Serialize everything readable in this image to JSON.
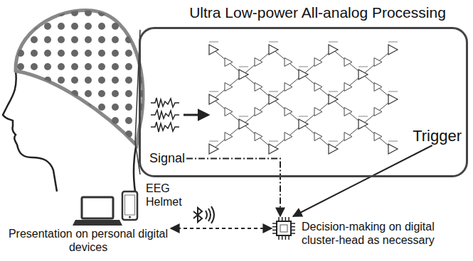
{
  "diagram": {
    "nodes": [
      {
        "text": [
          "Ultra Low-power All-analog Processing"
        ]
      },
      {
        "text": [
          "Signal"
        ],
        "in": 0
      },
      {
        "text": [
          "Trigger"
        ],
        "in": 0
      },
      {
        "text": [
          "Presentation on personal digital devices"
        ]
      },
      {
        "text": [
          "Decision-making on digital cluster-head as necessary"
        ]
      }
    ],
    "edges": [
      {
        "from": 1,
        "to": 4,
        "arrow": "to"
      },
      {
        "from": 2,
        "to": 4,
        "arrow": "to"
      },
      {
        "from": 3,
        "to": 4,
        "arrow": "both"
      }
    ],
    "labels": [
      "EEG Helmet"
    ]
  }
}
